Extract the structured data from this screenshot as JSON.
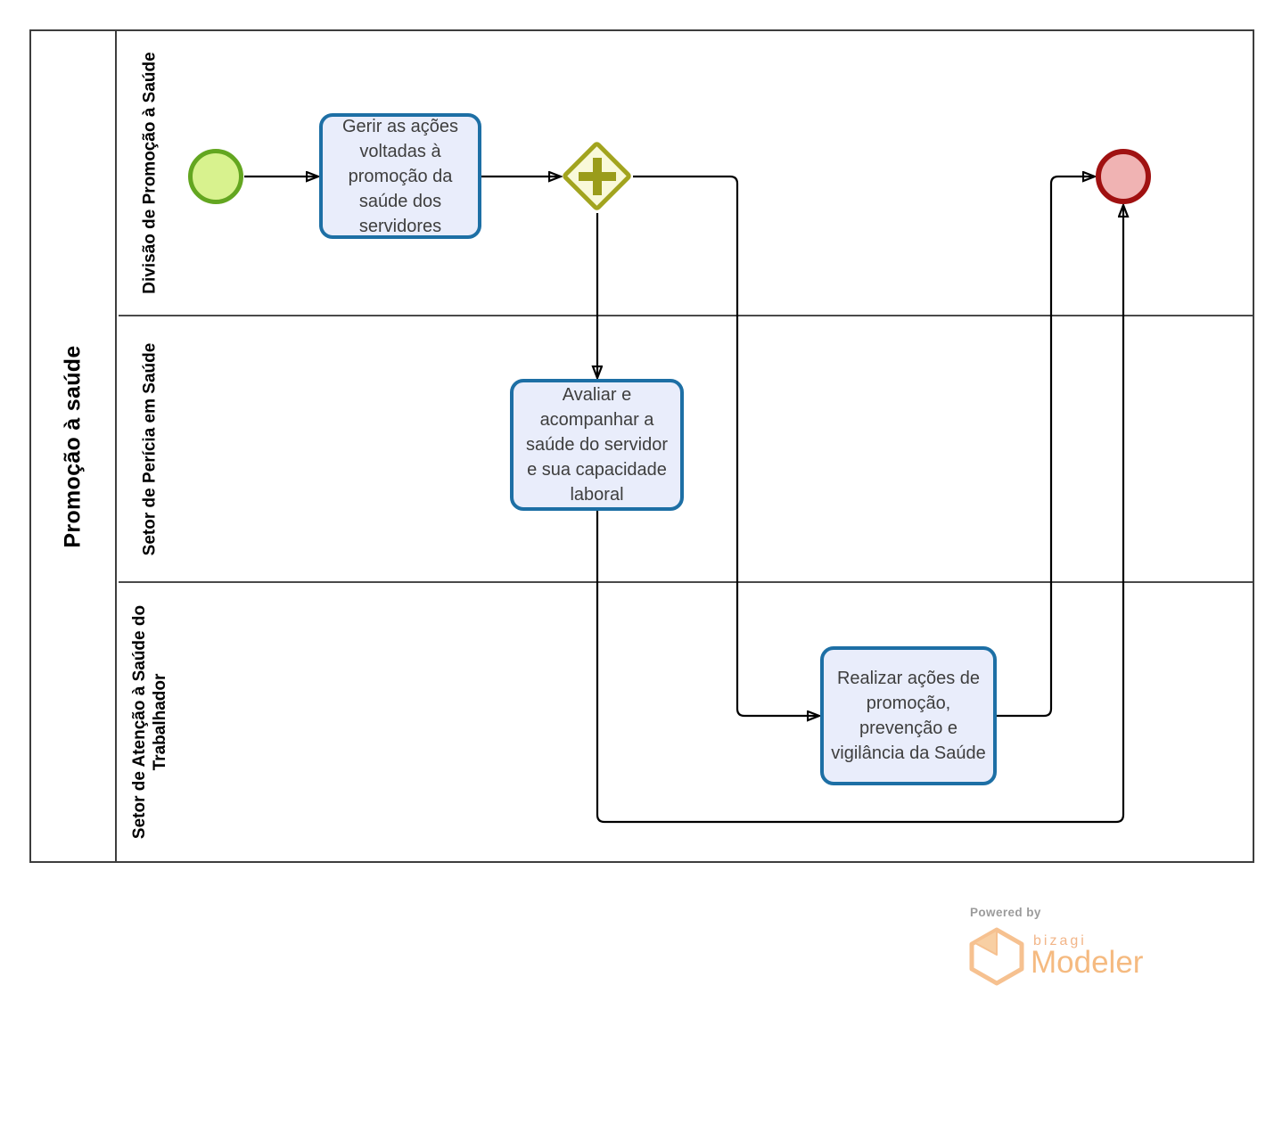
{
  "pool": {
    "title": "Promoção à saúde"
  },
  "lanes": [
    {
      "label": "Divisão de Promoção à Saúde"
    },
    {
      "label": "Setor de Perícia em Saúde"
    },
    {
      "label": "Setor de Atenção à Saúde do Trabalhador"
    }
  ],
  "nodes": {
    "start_event": {
      "type": "start-event"
    },
    "task_gerir": {
      "label": "Gerir as ações voltadas à promoção da saúde dos servidores"
    },
    "gateway": {
      "type": "parallel-gateway"
    },
    "task_avaliar": {
      "label": "Avaliar e acompanhar a saúde do servidor e sua capacidade laboral"
    },
    "task_realizar": {
      "label": "Realizar ações de promoção, prevenção e vigilância da Saúde"
    },
    "end_event": {
      "type": "end-event"
    }
  },
  "colors": {
    "task_border": "#1d6fa5",
    "task_fill": "#e9edfb",
    "start_border": "#63a620",
    "start_fill": "#d8f28e",
    "end_border": "#a01111",
    "end_fill": "#f0b3b3",
    "gateway_border": "#a2a41e",
    "gateway_fill": "#f9f9d9",
    "connector": "#000000",
    "frame": "#3d3d3d",
    "logo_orange": "#f5ba80",
    "powered_gray": "#9b9b9b"
  },
  "footer": {
    "powered_by": "Powered by",
    "brand": "bizagi",
    "product": "Modeler"
  }
}
